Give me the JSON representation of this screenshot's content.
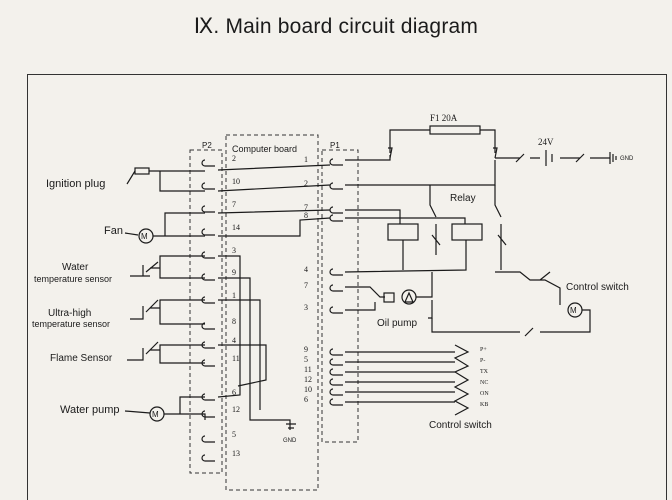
{
  "title": "Ⅸ. Main board circuit diagram",
  "connectors": {
    "p2": "P2",
    "computer_board": "Computer board",
    "p1": "P1"
  },
  "fuse": "F1 20A",
  "battery_voltage": "24V",
  "ground": "GND",
  "relay": "Relay",
  "oil_pump": "Oil pump",
  "control_switch_top": "Control switch",
  "control_switch_bottom": "Control switch",
  "components": {
    "ignition_plug": "Ignition plug",
    "fan": "Fan",
    "water_temp_line1": "Water",
    "water_temp_line2": "temperature sensor",
    "ultra_high_line1": "Ultra-high",
    "ultra_high_line2": "temperature sensor",
    "flame_sensor": "Flame Sensor",
    "water_pump": "Water pump"
  },
  "p2_pins": [
    "2",
    "10",
    "7",
    "14",
    "3",
    "9",
    "1",
    "8",
    "4",
    "11",
    "6",
    "12",
    "5",
    "13"
  ],
  "p1_pins_upper": [
    "1",
    "2",
    "7",
    "8"
  ],
  "p1_pins_mid": [
    "4",
    "7",
    "3"
  ],
  "p1_pins_lower": [
    "9",
    "5",
    "11",
    "12",
    "10",
    "6"
  ],
  "switch_terminals": [
    "P+",
    "P-",
    "TX",
    "NC",
    "ON",
    "KB"
  ],
  "motor_symbol": "M"
}
